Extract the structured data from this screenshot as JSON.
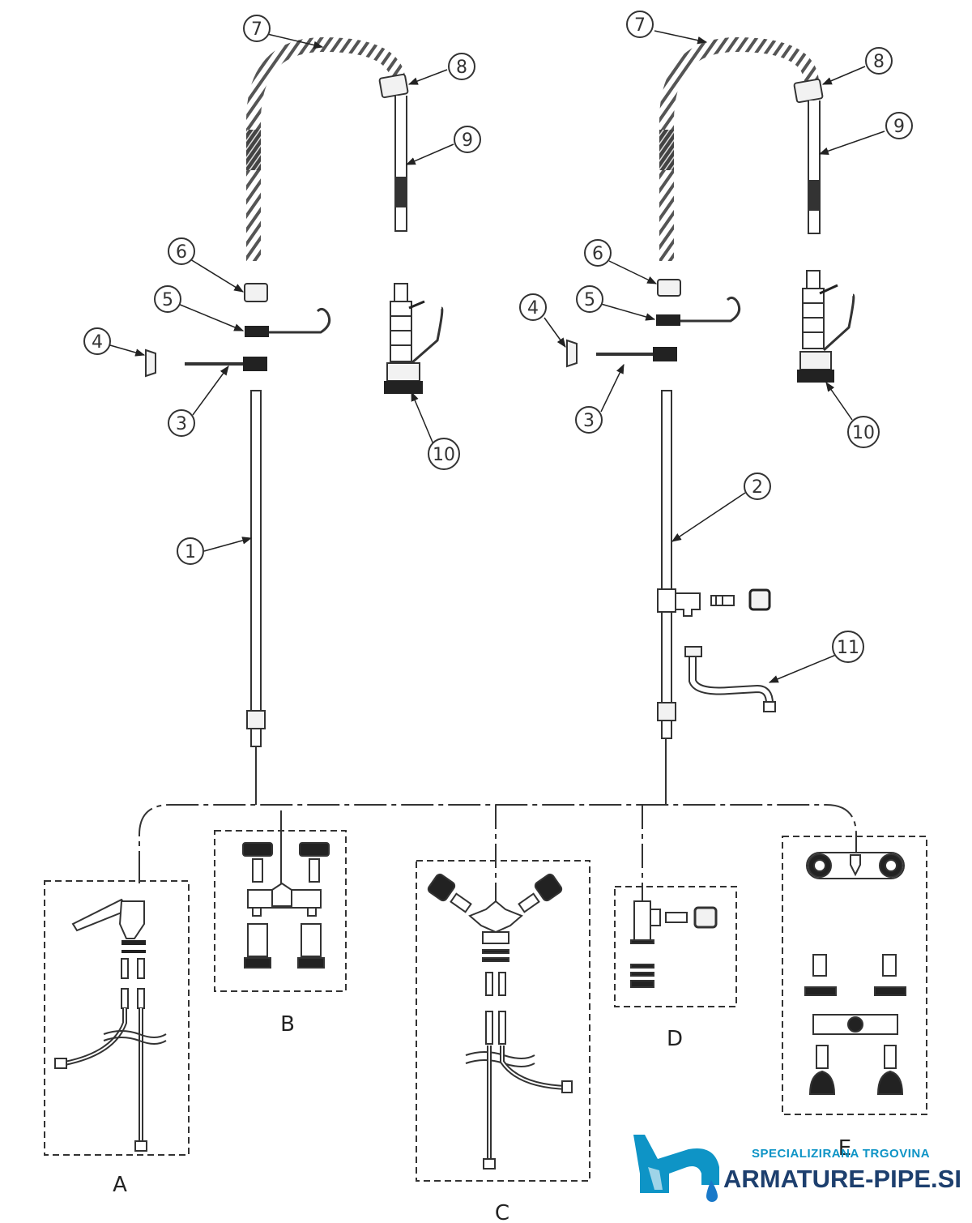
{
  "callouts": {
    "left": [
      "7",
      "8",
      "9",
      "6",
      "5",
      "4",
      "3",
      "10",
      "1"
    ],
    "right": [
      "7",
      "8",
      "9",
      "6",
      "5",
      "4",
      "3",
      "10",
      "2",
      "11"
    ]
  },
  "sections": {
    "a": "A",
    "b": "B",
    "c": "C",
    "d": "D",
    "e": "E"
  },
  "logo": {
    "tagline": "SPECIALIZIRANA TRGOVINA",
    "name": "ARMATURE-PIPE.SI",
    "colors": {
      "accent": "#0e94c6",
      "text": "#1d3f6e",
      "drop": "#1979c9"
    }
  },
  "colors": {
    "line": "#333333",
    "dark": "#222222",
    "fill": "#f2f2f2"
  }
}
